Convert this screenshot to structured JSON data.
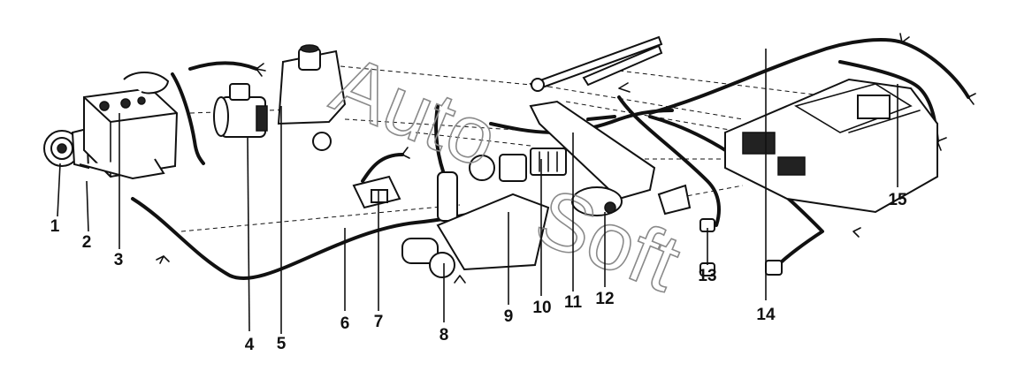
{
  "watermark": {
    "word1": "Auto",
    "word2": "Soft"
  },
  "callouts": [
    "1",
    "2",
    "3",
    "4",
    "5",
    "6",
    "7",
    "8",
    "9",
    "10",
    "11",
    "12",
    "13",
    "14",
    "15"
  ]
}
